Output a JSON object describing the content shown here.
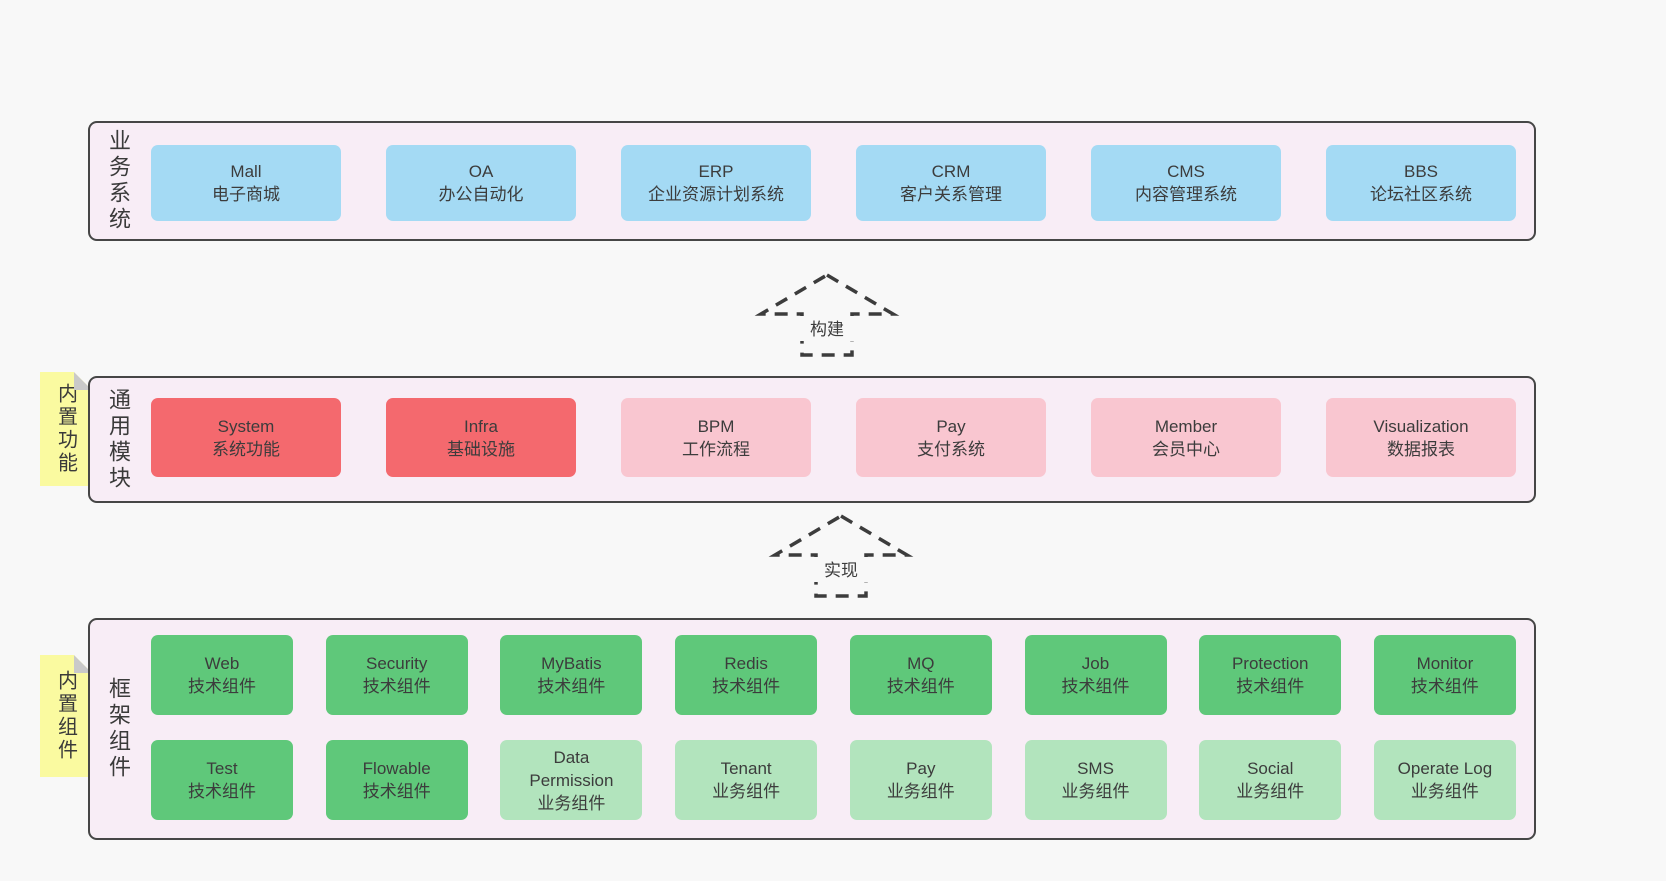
{
  "colors": {
    "page_background": "#f8f8f8",
    "container_background": "#f8edf6",
    "container_border": "#464646",
    "box_blue": "#a4daf4",
    "box_red": "#f4696e",
    "box_pink": "#f9c6d0",
    "box_green": "#5fc87a",
    "box_green_light": "#b2e4bd",
    "sticky_yellow": "#fafaa0",
    "sticky_fold_gray": "#c9c9c9",
    "text": "#3c3c3c"
  },
  "arrows": [
    {
      "label": "构建"
    },
    {
      "label": "实现"
    }
  ],
  "layers": [
    {
      "label": "业务系统",
      "side_note": null,
      "rows": [
        [
          {
            "name": "Mall",
            "desc": "电子商城",
            "variant": "blue"
          },
          {
            "name": "OA",
            "desc": "办公自动化",
            "variant": "blue"
          },
          {
            "name": "ERP",
            "desc": "企业资源计划系统",
            "variant": "blue"
          },
          {
            "name": "CRM",
            "desc": "客户关系管理",
            "variant": "blue"
          },
          {
            "name": "CMS",
            "desc": "内容管理系统",
            "variant": "blue"
          },
          {
            "name": "BBS",
            "desc": "论坛社区系统",
            "variant": "blue"
          }
        ]
      ]
    },
    {
      "label": "通用模块",
      "side_note": "内置功能",
      "rows": [
        [
          {
            "name": "System",
            "desc": "系统功能",
            "variant": "red"
          },
          {
            "name": "Infra",
            "desc": "基础设施",
            "variant": "red"
          },
          {
            "name": "BPM",
            "desc": "工作流程",
            "variant": "pink"
          },
          {
            "name": "Pay",
            "desc": "支付系统",
            "variant": "pink"
          },
          {
            "name": "Member",
            "desc": "会员中心",
            "variant": "pink"
          },
          {
            "name": "Visualization",
            "desc": "数据报表",
            "variant": "pink"
          }
        ]
      ]
    },
    {
      "label": "框架组件",
      "side_note": "内置组件",
      "rows": [
        [
          {
            "name": "Web",
            "desc": "技术组件",
            "variant": "green"
          },
          {
            "name": "Security",
            "desc": "技术组件",
            "variant": "green"
          },
          {
            "name": "MyBatis",
            "desc": "技术组件",
            "variant": "green"
          },
          {
            "name": "Redis",
            "desc": "技术组件",
            "variant": "green"
          },
          {
            "name": "MQ",
            "desc": "技术组件",
            "variant": "green"
          },
          {
            "name": "Job",
            "desc": "技术组件",
            "variant": "green"
          },
          {
            "name": "Protection",
            "desc": "技术组件",
            "variant": "green"
          },
          {
            "name": "Monitor",
            "desc": "技术组件",
            "variant": "green"
          }
        ],
        [
          {
            "name": "Test",
            "desc": "技术组件",
            "variant": "green"
          },
          {
            "name": "Flowable",
            "desc": "技术组件",
            "variant": "green"
          },
          {
            "name": "Data Permission",
            "desc": "业务组件",
            "variant": "green-light"
          },
          {
            "name": "Tenant",
            "desc": "业务组件",
            "variant": "green-light"
          },
          {
            "name": "Pay",
            "desc": "业务组件",
            "variant": "green-light"
          },
          {
            "name": "SMS",
            "desc": "业务组件",
            "variant": "green-light"
          },
          {
            "name": "Social",
            "desc": "业务组件",
            "variant": "green-light"
          },
          {
            "name": "Operate Log",
            "desc": "业务组件",
            "variant": "green-light"
          }
        ]
      ]
    }
  ]
}
